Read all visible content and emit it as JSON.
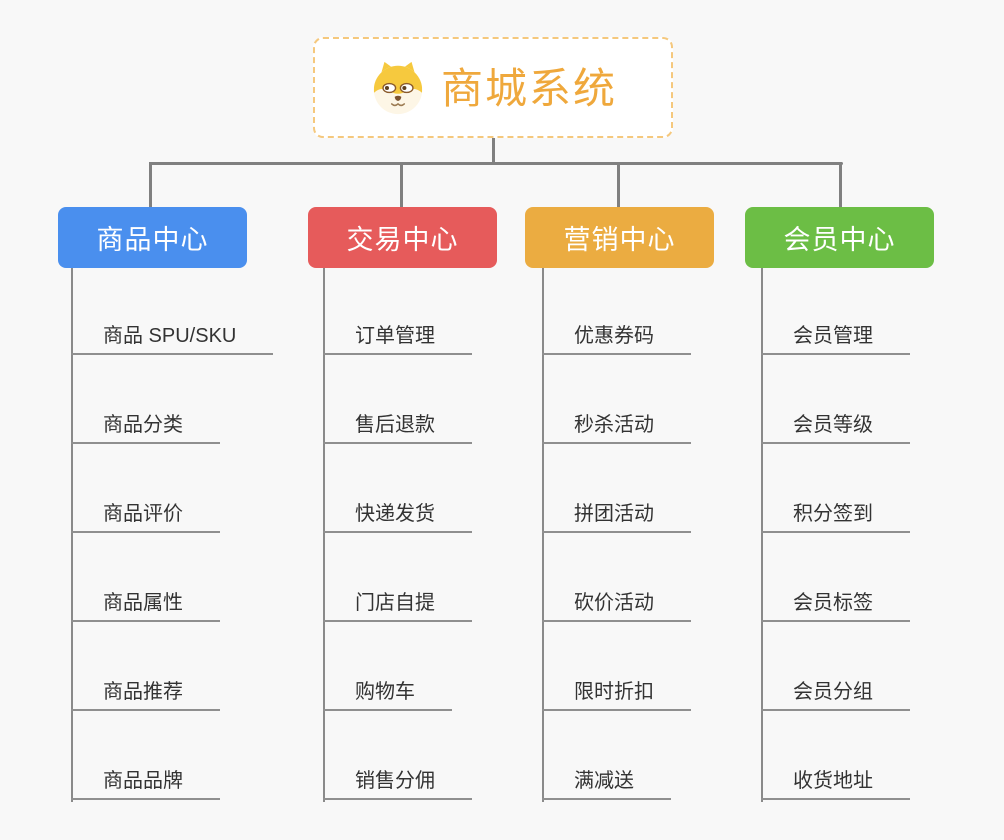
{
  "root": {
    "title": "商城系统",
    "icon": "dog-logo-icon"
  },
  "branches": [
    {
      "label": "商品中心",
      "color": "#4a8fee",
      "items": [
        "商品 SPU/SKU",
        "商品分类",
        "商品评价",
        "商品属性",
        "商品推荐",
        "商品品牌"
      ]
    },
    {
      "label": "交易中心",
      "color": "#e65b5b",
      "items": [
        "订单管理",
        "售后退款",
        "快递发货",
        "门店自提",
        "购物车",
        "销售分佣"
      ]
    },
    {
      "label": "营销中心",
      "color": "#ebac41",
      "items": [
        "优惠券码",
        "秒杀活动",
        "拼团活动",
        "砍价活动",
        "限时折扣",
        "满减送"
      ]
    },
    {
      "label": "会员中心",
      "color": "#6cbe45",
      "items": [
        "会员管理",
        "会员等级",
        "积分签到",
        "会员标签",
        "会员分组",
        "收货地址"
      ]
    }
  ],
  "colors": {
    "background": "#f8f8f8",
    "root_title": "#efa83c",
    "root_border": "#f5c87d",
    "connector": "#808080",
    "leaf_text": "#333333",
    "leaf_line": "#8f8f8f"
  }
}
